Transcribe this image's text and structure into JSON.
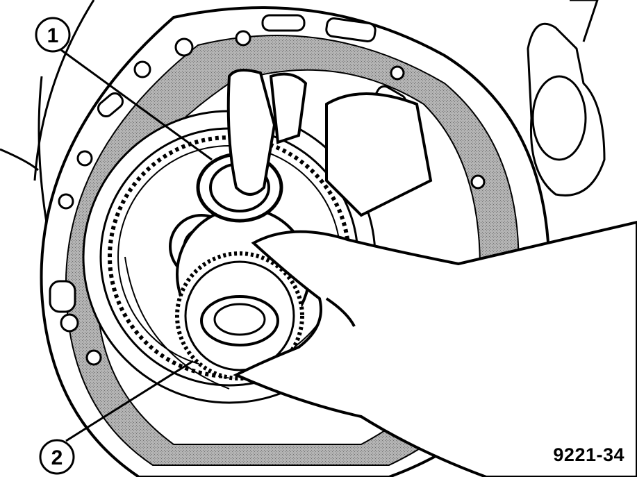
{
  "callouts": [
    {
      "number": "1"
    },
    {
      "number": "2"
    }
  ],
  "figure_id": "9221-34",
  "colors": {
    "ink": "#000000",
    "shade": "#a8a8a8",
    "paper": "#ffffff"
  }
}
